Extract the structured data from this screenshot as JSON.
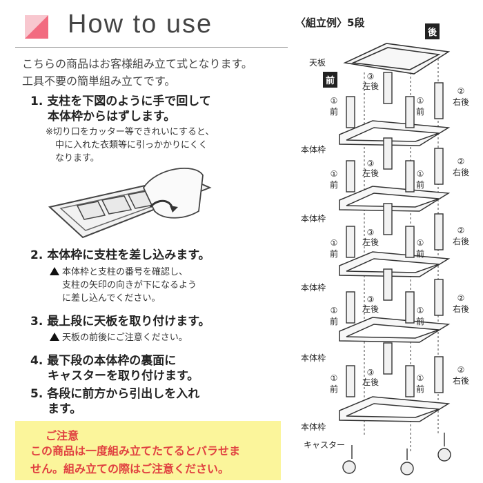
{
  "header": {
    "title": "How to use"
  },
  "intro": [
    "こちらの商品はお客様組み立て式となります。",
    "工具不要の簡単組み立てです。"
  ],
  "steps": [
    {
      "num": "1.",
      "lines": [
        "支柱を下図のように手で回して",
        "本体枠からはずします。"
      ],
      "note": [
        "※切り口をカッター等できれいにすると、",
        "中に入れた衣類等に引っかかりにくく",
        "なります。"
      ]
    },
    {
      "num": "2.",
      "lines": [
        "本体枠に支柱を差し込みます。"
      ],
      "note": [
        "本体枠と支柱の番号を確認し、",
        "支柱の矢印の向きが下になるよう",
        "に差し込んでください。"
      ]
    },
    {
      "num": "3.",
      "lines": [
        "最上段に天板を取り付けます。"
      ],
      "note": [
        "天板の前後にご注意ください。"
      ]
    },
    {
      "num": "4.",
      "lines": [
        "最下段の本体枠の裏面に",
        "キャスターを取り付けます。"
      ]
    },
    {
      "num": "5.",
      "lines": [
        "各段に前方から引出しを入れ",
        "ます。"
      ]
    }
  ],
  "caution": {
    "title": "ご注意",
    "body": [
      "この商品は一度組み立てたてるとバラせま",
      "せん。組み立ての際はご注意ください。"
    ]
  },
  "diagram": {
    "title": "〈組立例〉5段",
    "back": "後",
    "front": "前",
    "top_board": "天板",
    "frame": "本体枠",
    "caster": "キャスター",
    "p1_num": "①",
    "p1": "前",
    "p2_num": "②",
    "p2": "右後",
    "p3_num": "③",
    "p3": "左後"
  },
  "colors": {
    "accent_pink": "#f26b80",
    "caution_bg": "#fbf59b",
    "caution_text": "#e04040"
  }
}
